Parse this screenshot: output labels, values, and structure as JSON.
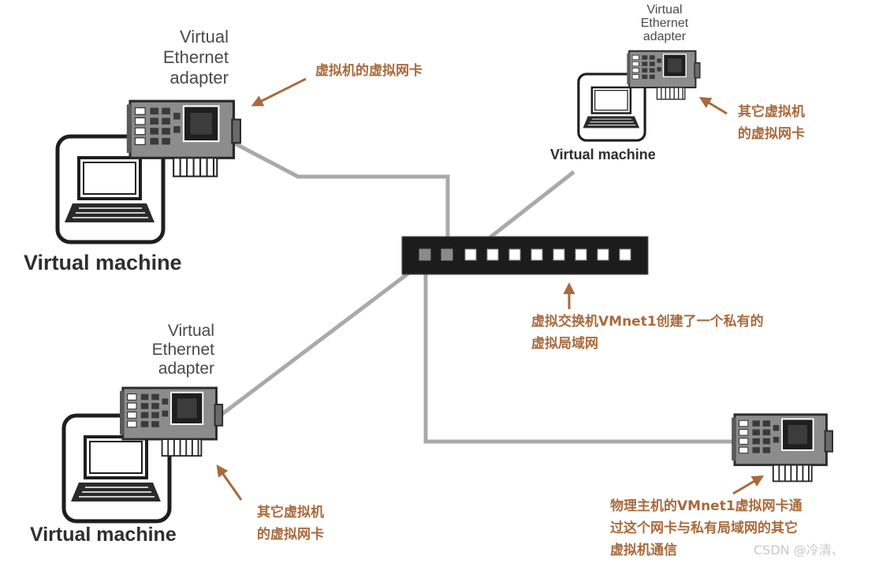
{
  "vm_top_left": {
    "adapter_line1": "Virtual",
    "adapter_line2": "Ethernet",
    "adapter_line3": "adapter",
    "machine_label": "Virtual machine"
  },
  "vm_top_right": {
    "adapter_line1": "Virtual",
    "adapter_line2": "Ethernet",
    "adapter_line3": "adapter",
    "machine_label": "Virtual machine"
  },
  "vm_bottom_left": {
    "adapter_line1": "Virtual",
    "adapter_line2": "Ethernet",
    "adapter_line3": "adapter",
    "machine_label": "Virtual machine"
  },
  "notes": {
    "top_left": "虚拟机的虚拟网卡",
    "top_right_line1": "其它虚拟机",
    "top_right_line2": "的虚拟网卡",
    "switch_line1": "虚拟交换机VMnet1创建了一个私有的",
    "switch_line2": "虚拟局域网",
    "bottom_left_line1": "其它虚拟机",
    "bottom_left_line2": "的虚拟网卡",
    "host_line1": "物理主机的VMnet1虚拟网卡通",
    "host_line2": "过这个网卡与私有局域网的其它",
    "host_line3": "虚拟机通信"
  },
  "watermark": "CSDN @冷清、",
  "colors": {
    "annotation": "#a86a3c",
    "cable": "#a9a9a9",
    "switch_body": "#1c1c1c",
    "nic_board": "#8c8c8c"
  },
  "icons": {
    "nic": "network-card-icon",
    "laptop": "laptop-icon",
    "switch": "network-switch-icon"
  }
}
